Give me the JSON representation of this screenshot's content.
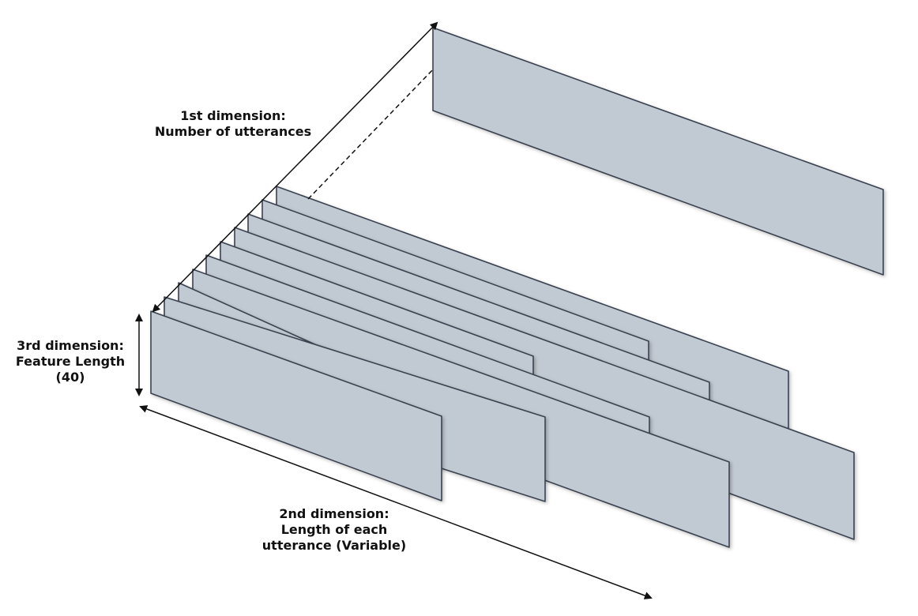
{
  "labels": {
    "dim1": {
      "line1": "1st dimension:",
      "line2": "Number of utterances"
    },
    "dim2": {
      "line1": "2nd dimension:",
      "line2": "Length of each",
      "line3": "utterance (Variable)"
    },
    "dim3": {
      "line1": "3rd dimension:",
      "line2": "Feature Length",
      "line3": "(40)"
    }
  },
  "colors": {
    "panel_fill": "#c1c9d2",
    "panel_stroke": "#3a4250",
    "arrow": "#111111",
    "background": "#ffffff"
  }
}
